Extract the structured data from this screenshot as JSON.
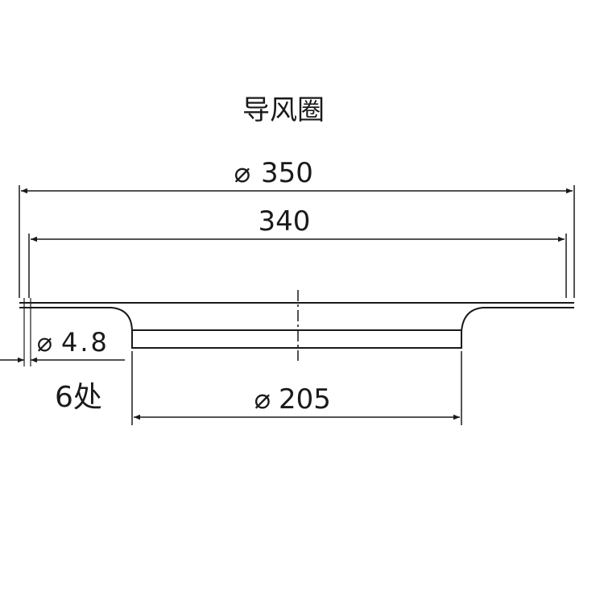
{
  "drawing": {
    "title": "导风圈",
    "dims": {
      "outer_diameter": "350",
      "outer_diameter_symbol": "⌀",
      "hole_span": "340",
      "inner_diameter": "205",
      "inner_diameter_symbol": "⌀",
      "hole_diameter": "4.8",
      "hole_diameter_symbol": "⌀",
      "hole_count": "6处"
    },
    "colors": {
      "line": "#1a1a1a",
      "background": "#ffffff"
    }
  }
}
